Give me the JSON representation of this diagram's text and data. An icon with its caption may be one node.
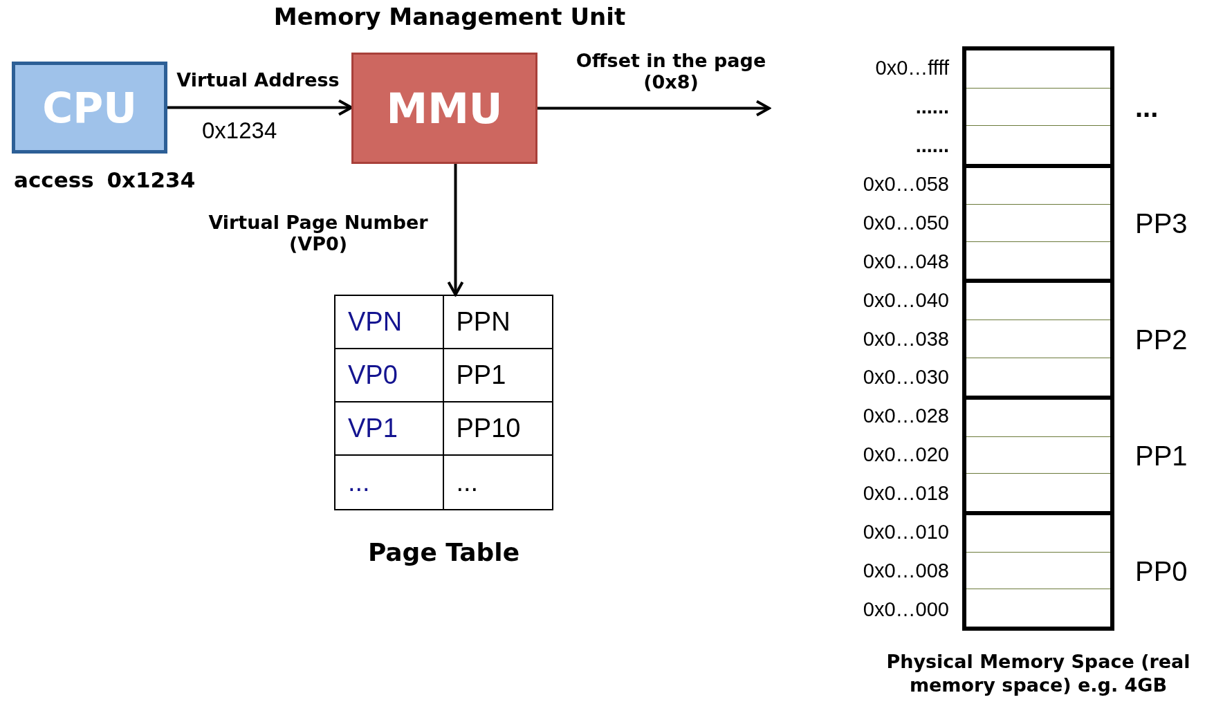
{
  "diagram": {
    "title": "Memory Management Unit",
    "nodes": [
      {
        "text": [
          "CPU"
        ],
        "beside": [
          "access 0x1234"
        ]
      },
      {
        "text": [
          "MMU"
        ]
      },
      {
        "text": [
          "VPN",
          "PPN",
          "VP0",
          "PP1",
          "VP1",
          "PP10",
          "...",
          "...",
          "Page Table"
        ]
      },
      {
        "text": [
          "Physical Memory Space (real memory space) e.g. 4GB"
        ]
      },
      {
        "text": [],
        "shape": "box",
        "in": 3,
        "beside": [
          "..."
        ]
      },
      {
        "text": [],
        "shape": "box",
        "in": 3,
        "beside": [
          "PP3"
        ]
      },
      {
        "text": [],
        "shape": "box",
        "in": 3,
        "beside": [
          "PP2"
        ]
      },
      {
        "text": [],
        "shape": "box",
        "in": 3,
        "beside": [
          "PP1"
        ]
      },
      {
        "text": [],
        "shape": "box",
        "in": 3,
        "beside": [
          "PP0"
        ]
      }
    ],
    "edges": [
      {
        "from": 0,
        "to": 1,
        "arrow": "to",
        "label": "Virtual Address"
      },
      {
        "from": 1,
        "to": 2,
        "arrow": "to",
        "label": "Virtual Page Number (VP0)"
      },
      {
        "from": 1,
        "to": null,
        "arrow": "to",
        "label": "Offset in the page (0x8)"
      }
    ],
    "labels": [
      "0x1234",
      "0x0…ffff",
      "......",
      "......",
      "0x0…058",
      "0x0…050",
      "0x0…048",
      "0x0…040",
      "0x0…038",
      "0x0…030",
      "0x0…028",
      "0x0…020",
      "0x0…018",
      "0x0…010",
      "0x0…008",
      "0x0…000"
    ]
  }
}
